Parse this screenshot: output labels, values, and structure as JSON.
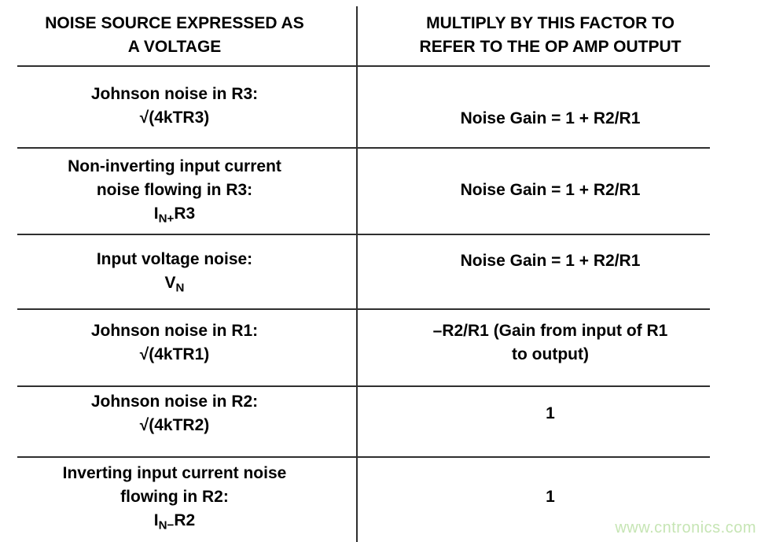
{
  "page": {
    "background": "#ffffff",
    "text_color": "#000000",
    "line_color": "#2f2f2f"
  },
  "header": {
    "col1": [
      "NOISE SOURCE EXPRESSED AS",
      "A VOLTAGE"
    ],
    "col2": [
      "MULTIPLY BY THIS FACTOR TO",
      "REFER TO THE OP AMP OUTPUT"
    ]
  },
  "rows": [
    {
      "left": [
        "Johnson noise in R3:",
        "√(4kTR3)"
      ],
      "right": [
        "Noise Gain = 1 + R2/R1"
      ]
    },
    {
      "left": [
        "Non-inverting input current",
        "noise flowing in R3:"
      ],
      "formula": {
        "base": "I",
        "sub": "N+",
        "rest": "R3"
      },
      "right": [
        "Noise Gain = 1 + R2/R1"
      ]
    },
    {
      "left": [
        "Input voltage noise:"
      ],
      "formula": {
        "base": "V",
        "sub": "N",
        "rest": ""
      },
      "right": [
        "Noise Gain = 1 + R2/R1"
      ]
    },
    {
      "left": [
        "Johnson noise in R1:",
        "√(4kTR1)"
      ],
      "right": [
        "–R2/R1 (Gain from input of R1",
        "to output)"
      ]
    },
    {
      "left": [
        "Johnson noise in R2:",
        "√(4kTR2)"
      ],
      "right": [
        "1"
      ]
    },
    {
      "left": [
        "Inverting input current noise",
        "flowing in R2:"
      ],
      "formula": {
        "base": "I",
        "sub": "N−",
        "rest": "R2"
      },
      "right": [
        "1"
      ]
    }
  ],
  "watermark": {
    "text": "www.cntronics.com",
    "color": "#c6e5b4"
  }
}
